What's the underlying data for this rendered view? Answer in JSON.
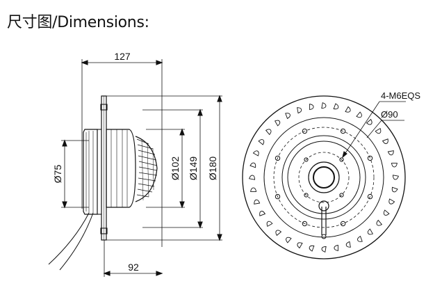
{
  "title": "尺寸图/Dimensions:",
  "side_view": {
    "dim_width": "127",
    "dim_depth": "92",
    "dim_inlet": "Ø75",
    "dim_motor": "Ø102",
    "dim_rotor": "Ø149",
    "dim_outer": "Ø180"
  },
  "front_view": {
    "mount_label": "4-M6EQS",
    "bolt_circle": "Ø90"
  },
  "colors": {
    "line": "#111111",
    "background": "#ffffff"
  }
}
